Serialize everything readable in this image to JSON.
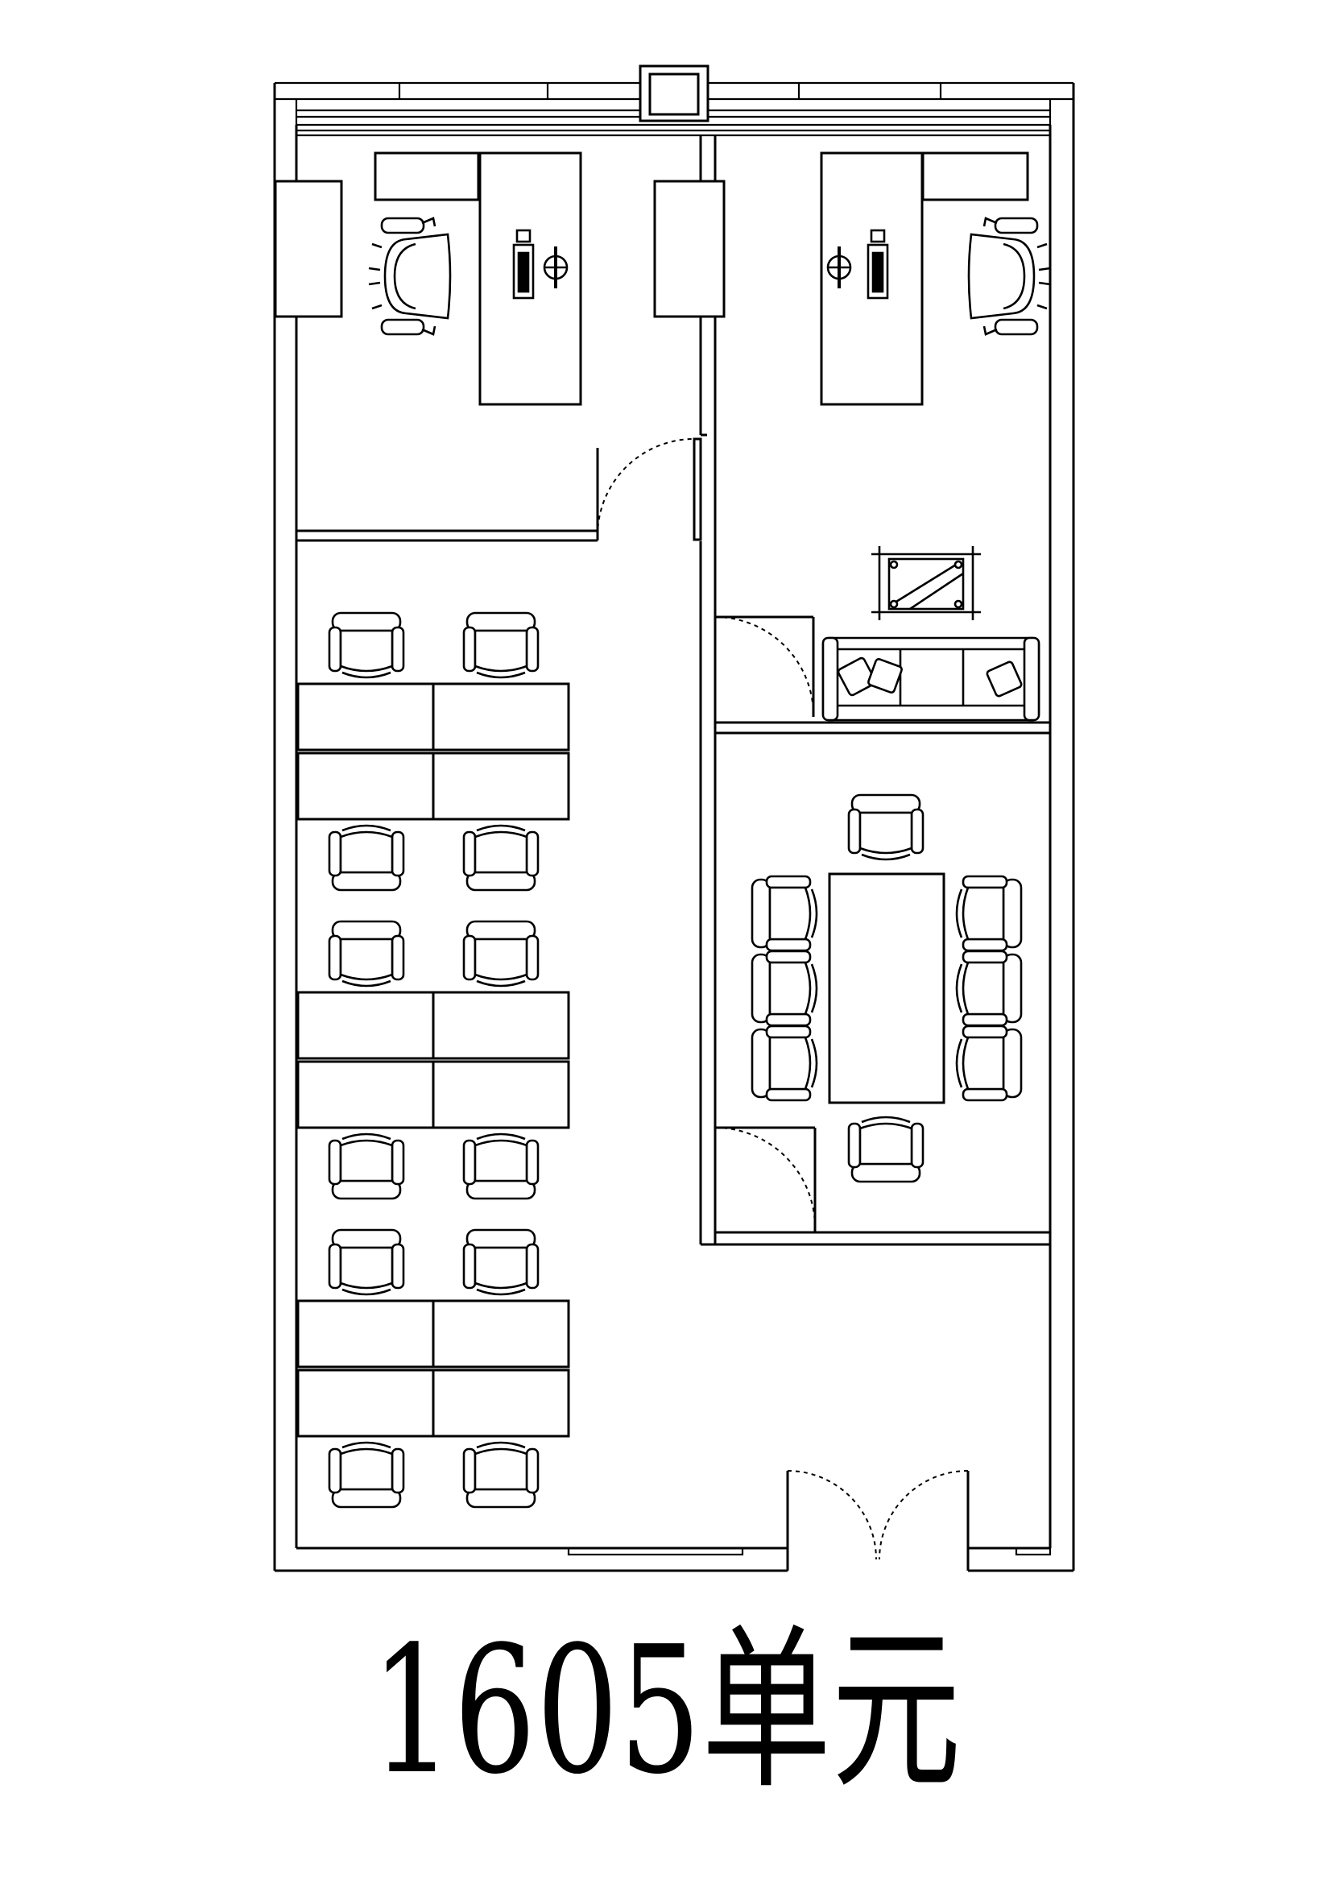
{
  "plan": {
    "title": "1605单元",
    "line_color": "#000000",
    "background": "#ffffff",
    "rooms": [
      {
        "type": "private-office",
        "desks": 1,
        "chairs": 1
      },
      {
        "type": "private-office",
        "desks": 1,
        "chairs": 1
      },
      {
        "type": "lounge",
        "sofa_seats": 3,
        "coffee_table": 1
      },
      {
        "type": "meeting-room",
        "tables": 1,
        "chairs": 8
      },
      {
        "type": "open-office",
        "desk_pairs": 3,
        "workstations": 12,
        "chairs": 12
      }
    ],
    "icons": [
      "monitor-icon",
      "desk-phone-icon",
      "office-chair-icon",
      "sofa-icon",
      "door-swing-icon",
      "window-icon"
    ]
  }
}
